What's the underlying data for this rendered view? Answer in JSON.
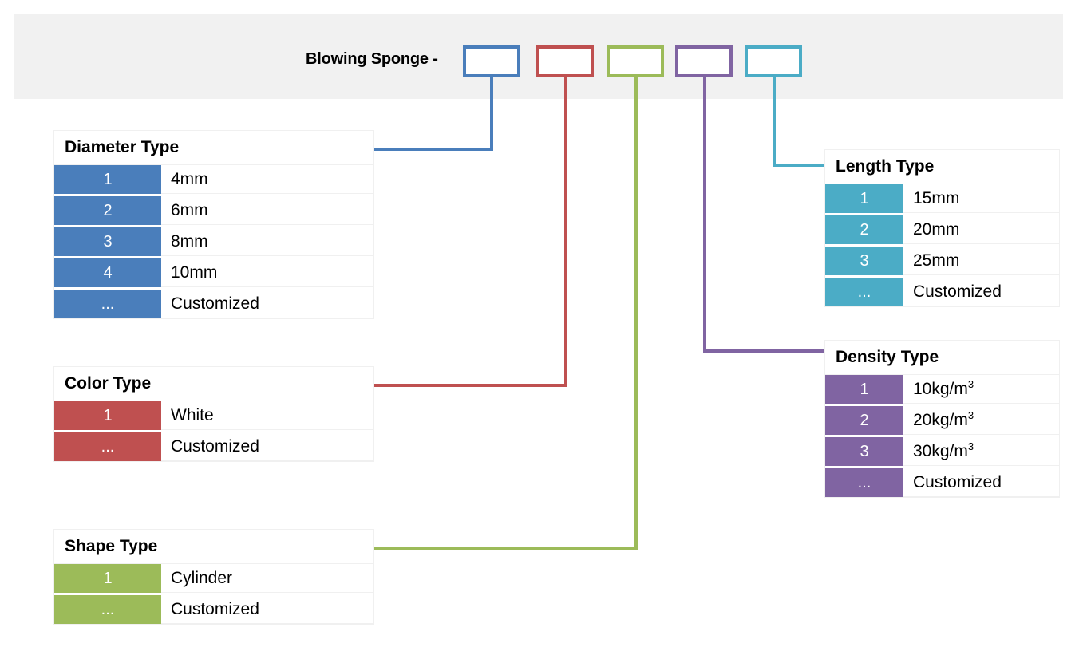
{
  "header": {
    "title": "Blowing Sponge -",
    "boxes": [
      {
        "name": "diameter-code-box",
        "color": "#4a7ebb"
      },
      {
        "name": "color-code-box",
        "color": "#bf5050"
      },
      {
        "name": "shape-code-box",
        "color": "#9cbb59"
      },
      {
        "name": "density-code-box",
        "color": "#8064a2"
      },
      {
        "name": "length-code-box",
        "color": "#4bacc6"
      }
    ]
  },
  "tables": {
    "diameter": {
      "title": "Diameter Type",
      "color": "#4a7ebb",
      "rows": [
        {
          "code": "1",
          "value": "4mm"
        },
        {
          "code": "2",
          "value": "6mm"
        },
        {
          "code": "3",
          "value": "8mm"
        },
        {
          "code": "4",
          "value": "10mm"
        },
        {
          "code": "...",
          "value": "Customized"
        }
      ]
    },
    "color": {
      "title": "Color Type",
      "color": "#bf5050",
      "rows": [
        {
          "code": "1",
          "value": "White"
        },
        {
          "code": "...",
          "value": "Customized"
        }
      ]
    },
    "shape": {
      "title": "Shape Type",
      "color": "#9cbb59",
      "rows": [
        {
          "code": "1",
          "value": "Cylinder"
        },
        {
          "code": "...",
          "value": "Customized"
        }
      ]
    },
    "length": {
      "title": "Length Type",
      "color": "#4bacc6",
      "rows": [
        {
          "code": "1",
          "value": "15mm"
        },
        {
          "code": "2",
          "value": "20mm"
        },
        {
          "code": "3",
          "value": "25mm"
        },
        {
          "code": "...",
          "value": "Customized"
        }
      ]
    },
    "density": {
      "title": "Density Type",
      "color": "#8064a2",
      "rows": [
        {
          "code": "1",
          "value": "10kg/m",
          "sup": "3"
        },
        {
          "code": "2",
          "value": "20kg/m",
          "sup": "3"
        },
        {
          "code": "3",
          "value": "30kg/m",
          "sup": "3"
        },
        {
          "code": "...",
          "value": "Customized",
          "sup": ""
        }
      ]
    }
  }
}
